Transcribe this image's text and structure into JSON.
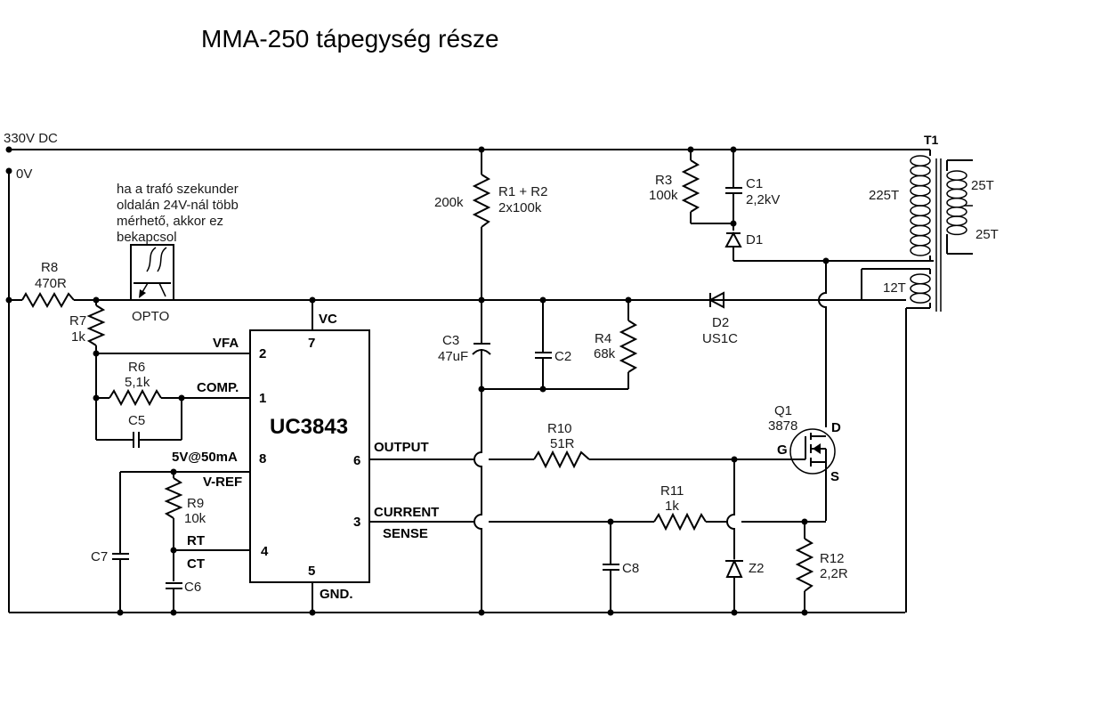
{
  "title": "MMA-250 tápegység része",
  "rails": {
    "positive": "330V DC",
    "ground": "0V"
  },
  "note": [
    "ha a trafó szekunder",
    "oldalán 24V-nál több",
    "mérhető, akkor ez",
    "bekapcsol"
  ],
  "ic": {
    "name": "UC3843",
    "pins": {
      "vfa": {
        "num": "2",
        "label": "VFA"
      },
      "comp": {
        "num": "1",
        "label": "COMP."
      },
      "vref": {
        "num": "8",
        "label": "V-REF",
        "extra": "5V@50mA"
      },
      "rtct": {
        "num": "4",
        "label_rt": "RT",
        "label_ct": "CT"
      },
      "vc": {
        "num": "7",
        "label": "VC"
      },
      "gnd": {
        "num": "5",
        "label": "GND."
      },
      "output": {
        "num": "6",
        "label": "OUTPUT"
      },
      "cs": {
        "num": "3",
        "label1": "CURRENT",
        "label2": "SENSE"
      }
    }
  },
  "components": {
    "R1R2": {
      "name": "R1 + R2",
      "value": "2x100k",
      "total": "200k"
    },
    "R3": {
      "name": "R3",
      "value": "100k"
    },
    "R4": {
      "name": "R4",
      "value": "68k"
    },
    "R6": {
      "name": "R6",
      "value": "5,1k"
    },
    "R7": {
      "name": "R7",
      "value": "1k"
    },
    "R8": {
      "name": "R8",
      "value": "470R"
    },
    "R9": {
      "name": "R9",
      "value": "10k"
    },
    "R10": {
      "name": "R10",
      "value": "51R"
    },
    "R11": {
      "name": "R11",
      "value": "1k"
    },
    "R12": {
      "name": "R12",
      "value": "2,2R"
    },
    "C1": {
      "name": "C1",
      "value": "2,2kV"
    },
    "C2": {
      "name": "C2"
    },
    "C3": {
      "name": "C3",
      "value": "47uF"
    },
    "C5": {
      "name": "C5"
    },
    "C6": {
      "name": "C6"
    },
    "C7": {
      "name": "C7"
    },
    "C8": {
      "name": "C8"
    },
    "D1": {
      "name": "D1"
    },
    "D2": {
      "name": "D2",
      "value": "US1C"
    },
    "Z2": {
      "name": "Z2"
    },
    "Q1": {
      "name": "Q1",
      "value": "3878",
      "g": "G",
      "d": "D",
      "s": "S"
    },
    "OPTO": {
      "name": "OPTO"
    },
    "T1": {
      "name": "T1",
      "primary": "225T",
      "aux": "12T",
      "sec1": "25T",
      "sec2": "25T"
    }
  }
}
